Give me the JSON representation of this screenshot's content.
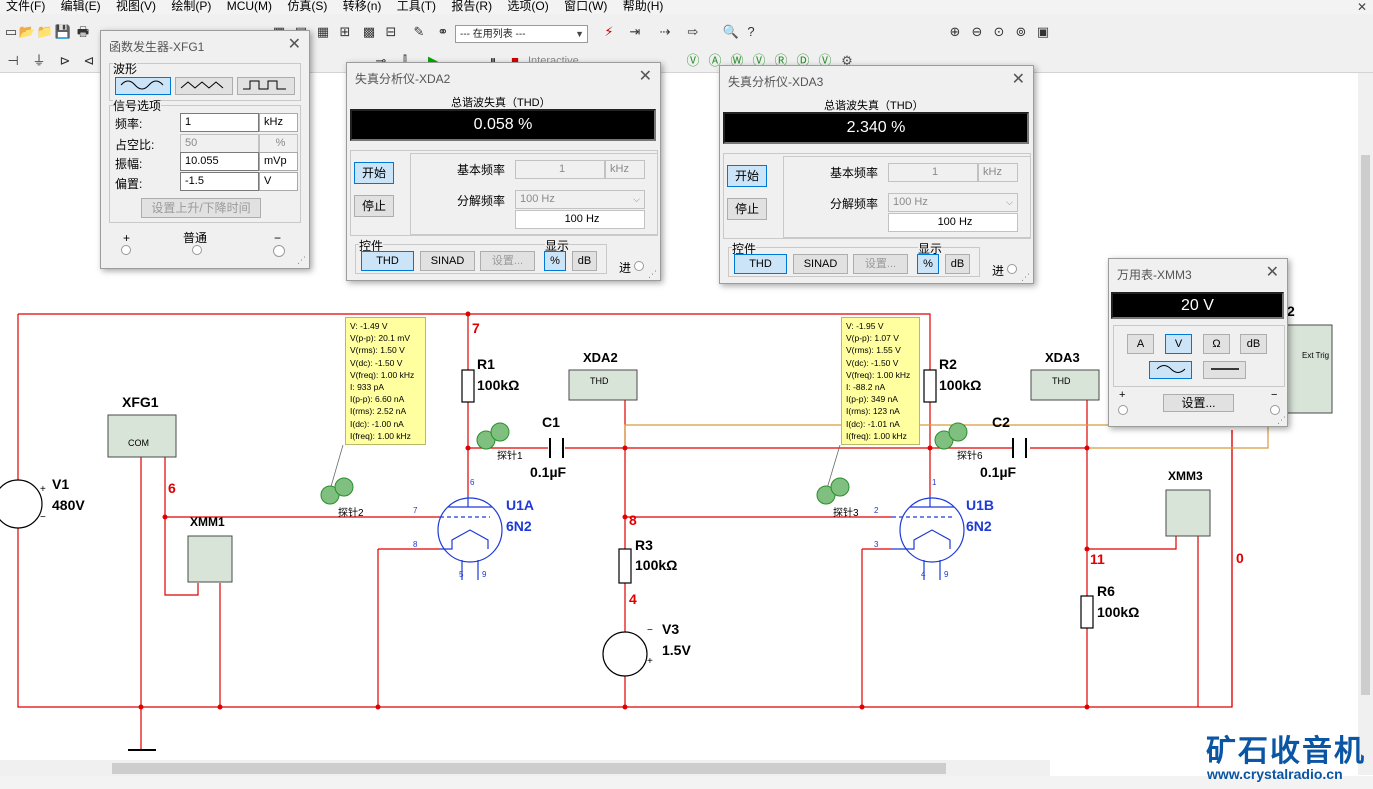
{
  "menu": [
    "文件(F)",
    "编辑(E)",
    "视图(V)",
    "绘制(P)",
    "MCU(M)",
    "仿真(S)",
    "转移(n)",
    "工具(T)",
    "报告(R)",
    "选项(O)",
    "窗口(W)",
    "帮助(H)"
  ],
  "toolbar": {
    "in_use_list": "--- 在用列表 ---",
    "interactive": "Interactive"
  },
  "xfg1_window": {
    "title": "函数发生器-XFG1",
    "waveform_group": "波形",
    "signal_group": "信号选项",
    "freq_label": "频率:",
    "freq_value": "1",
    "freq_unit": "kHz",
    "duty_label": "占空比:",
    "duty_value": "50",
    "duty_unit": "%",
    "amp_label": "振幅:",
    "amp_value": "10.055",
    "amp_unit": "mVp",
    "offset_label": "偏置:",
    "offset_value": "-1.5",
    "offset_unit": "V",
    "rise_fall_button": "设置上升/下降时间",
    "plus": "+",
    "common": "普通",
    "minus": "−"
  },
  "xda2_window": {
    "title": "失真分析仪-XDA2",
    "thd_header": "总谐波失真（THD）",
    "thd_value": "0.058 %",
    "start_button": "开始",
    "stop_button": "停止",
    "fund_label": "基本频率",
    "fund_value": "1",
    "fund_unit": "kHz",
    "res_label": "分解频率",
    "res_select": "100 Hz",
    "res_value": "100 Hz",
    "control_label": "控件",
    "display_label": "显示",
    "thd_button": "THD",
    "sinad_button": "SINAD",
    "settings_button": "设置...",
    "pct_button": "%",
    "db_button": "dB",
    "in_label": "进"
  },
  "xda3_window": {
    "title": "失真分析仪-XDA3",
    "thd_header": "总谐波失真（THD）",
    "thd_value": "2.340 %",
    "start_button": "开始",
    "stop_button": "停止",
    "fund_label": "基本频率",
    "fund_value": "1",
    "fund_unit": "kHz",
    "res_label": "分解频率",
    "res_select": "100 Hz",
    "res_value": "100 Hz",
    "control_label": "控件",
    "display_label": "显示",
    "thd_button": "THD",
    "sinad_button": "SINAD",
    "settings_button": "设置...",
    "pct_button": "%",
    "db_button": "dB",
    "in_label": "进"
  },
  "xmm3_window": {
    "title": "万用表-XMM3",
    "reading": "20 V",
    "a_button": "A",
    "v_button": "V",
    "ohm_button": "Ω",
    "db_button": "dB",
    "settings_button": "设置...",
    "plus": "+",
    "minus": "−"
  },
  "schematic": {
    "v1_name": "V1",
    "v1_value": "480V",
    "xfg1_name": "XFG1",
    "xfg1_com": "COM",
    "xmm1_name": "XMM1",
    "r1_name": "R1",
    "r1_value": "100kΩ",
    "r2_name": "R2",
    "r2_value": "100kΩ",
    "r3_name": "R3",
    "r3_value": "100kΩ",
    "r6_name": "R6",
    "r6_value": "100kΩ",
    "c1_name": "C1",
    "c1_value": "0.1µF",
    "c2_name": "C2",
    "c2_value": "0.1µF",
    "u1a_name": "U1A",
    "u1a_type": "6N2",
    "u1b_name": "U1B",
    "u1b_type": "6N2",
    "v3_name": "V3",
    "v3_value": "1.5V",
    "xda2_name": "XDA2",
    "xda3_name": "XDA3",
    "xmm3_name": "XMM3",
    "thd_badge": "THD",
    "ext_trig": "Ext Trig",
    "edge_digit": "2",
    "nodes": {
      "n7": "7",
      "n6": "6",
      "n8": "8",
      "n4": "4",
      "n11": "11",
      "n0": "0"
    },
    "pins": {
      "u1a_6": "6",
      "u1a_7": "7",
      "u1a_8": "8",
      "u1a_5": "5",
      "u1a_9": "9",
      "u1b_1": "1",
      "u1b_2": "2",
      "u1b_3": "3",
      "u1b_4": "4",
      "u1b_9": "9"
    },
    "probe1": "探针1",
    "probe2": "探针2",
    "probe3": "探针3",
    "probe6": "探针6",
    "probe2_box": [
      "V: -1.49 V",
      "V(p-p): 20.1 mV",
      "V(rms): 1.50 V",
      "V(dc): -1.50 V",
      "V(freq): 1.00 kHz",
      "I: 933 pA",
      "I(p-p): 6.60 nA",
      "I(rms): 2.52 nA",
      "I(dc): -1.00 nA",
      "I(freq): 1.00 kHz"
    ],
    "probe3_box": [
      "V: -1.95 V",
      "V(p-p): 1.07 V",
      "V(rms): 1.55 V",
      "V(dc): -1.50 V",
      "V(freq): 1.00 kHz",
      "I: -88.2 nA",
      "I(p-p): 349 nA",
      "I(rms): 123 nA",
      "I(dc): -1.01 nA",
      "I(freq): 1.00 kHz"
    ]
  },
  "watermark": {
    "cn": "矿石收音机",
    "url": "www.crystalradio.cn"
  },
  "colors": {
    "wire_red": "#e00000",
    "wire_orange": "#d89a3a",
    "pin_blue": "#1e3ad6",
    "probe_yellow": "#ffffa0"
  }
}
